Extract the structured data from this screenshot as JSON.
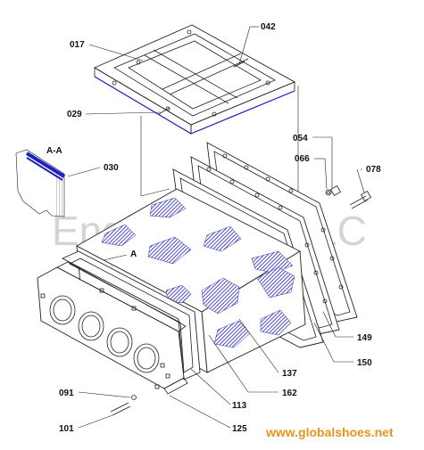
{
  "watermark": "Engine Atlas LLC",
  "website": "www.globalshoes.net",
  "detail_label": "A-A",
  "section_marker": "A",
  "colors": {
    "line": "#222222",
    "hatch_blue": "#2020c0",
    "watermark_gray": "#d4d4d4",
    "website_orange": "#e8941a"
  },
  "callouts": {
    "c017": "017",
    "c042": "042",
    "c029": "029",
    "c030": "030",
    "c054": "054",
    "c066": "066",
    "c078": "078",
    "c149": "149",
    "c150": "150",
    "c137": "137",
    "c162": "162",
    "c113": "113",
    "c125": "125",
    "c091": "091",
    "c101": "101"
  }
}
